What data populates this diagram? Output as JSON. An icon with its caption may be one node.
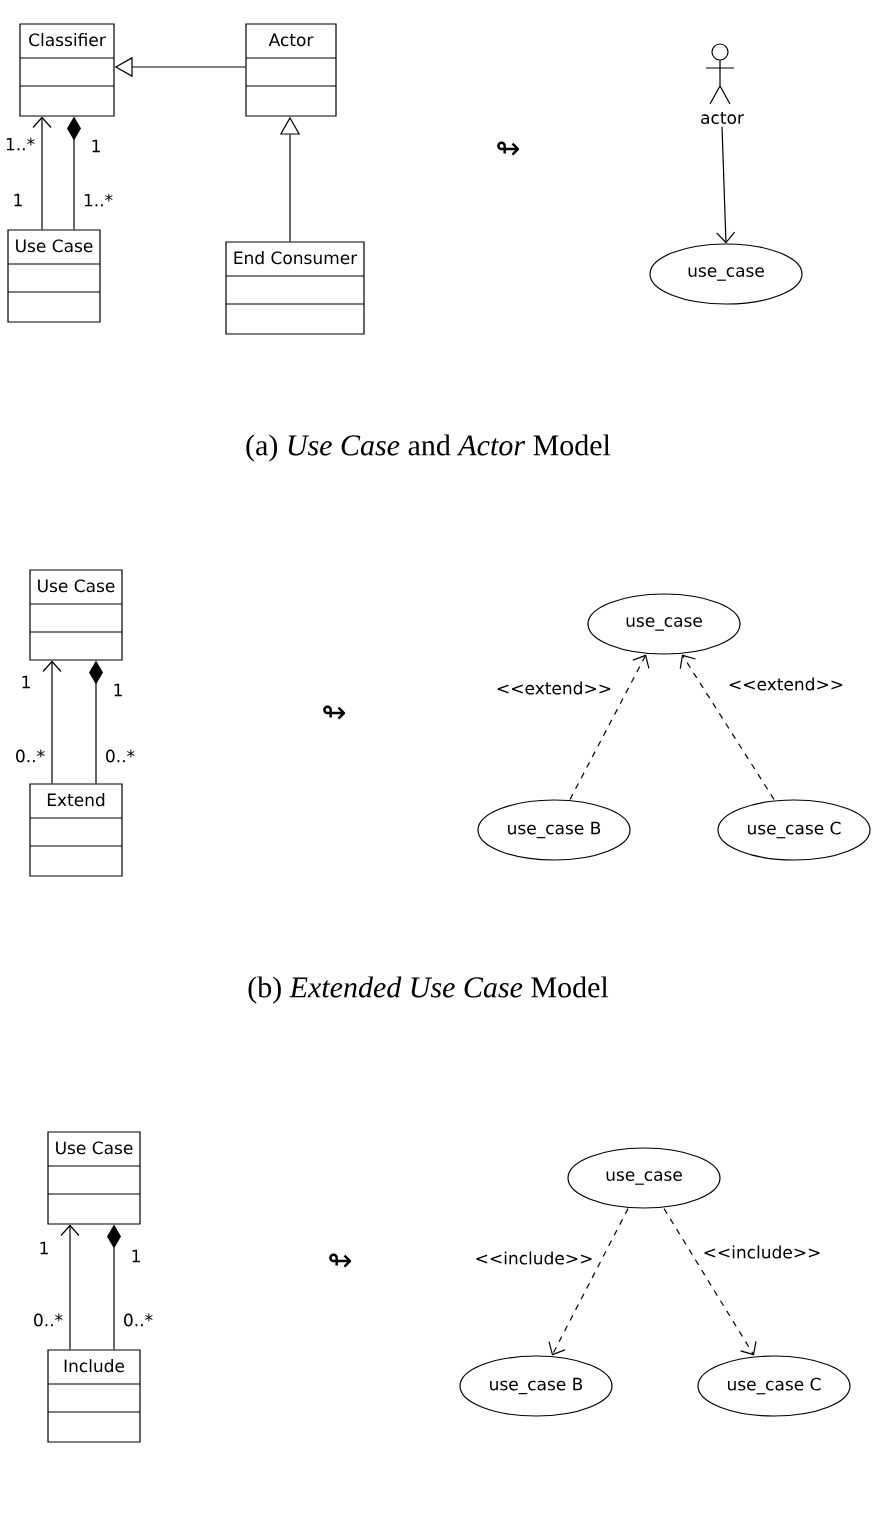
{
  "diagram": {
    "nodes": [
      {
        "text": [
          "Classifier"
        ]
      },
      {
        "text": [
          "Actor"
        ]
      },
      {
        "text": [
          "actor"
        ]
      },
      {
        "text": [
          "Use Case"
        ]
      },
      {
        "text": [
          "End Consumer"
        ]
      },
      {
        "text": [
          "use_case"
        ]
      },
      {
        "text": [
          "Use Case"
        ]
      },
      {
        "text": [
          "use_case"
        ]
      },
      {
        "text": [
          "Extend"
        ]
      },
      {
        "text": [
          "use_case B"
        ]
      },
      {
        "text": [
          "use_case C"
        ]
      },
      {
        "text": [
          "Use Case"
        ]
      },
      {
        "text": [
          "use_case"
        ]
      },
      {
        "text": [
          "Include"
        ]
      },
      {
        "text": [
          "use_case B"
        ]
      },
      {
        "text": [
          "use_case C"
        ]
      }
    ],
    "edges": [
      {
        "from": 3,
        "to": 0,
        "arrow": "to"
      },
      {
        "from": 3,
        "to": 0,
        "arrow": "other"
      },
      {
        "from": 1,
        "to": 0,
        "arrow": "to"
      },
      {
        "from": 4,
        "to": 1,
        "arrow": "to"
      },
      {
        "from": 2,
        "to": 5,
        "arrow": "to"
      },
      {
        "from": 8,
        "to": 6,
        "arrow": "to"
      },
      {
        "from": 8,
        "to": 6,
        "arrow": "other"
      },
      {
        "from": 9,
        "to": 7,
        "arrow": "to",
        "style": "dashed",
        "label": "<<extend>>"
      },
      {
        "from": 10,
        "to": 7,
        "arrow": "to",
        "style": "dashed",
        "label": "<<extend>>"
      },
      {
        "from": 13,
        "to": 11,
        "arrow": "to"
      },
      {
        "from": 13,
        "to": 11,
        "arrow": "other"
      },
      {
        "from": 12,
        "to": 14,
        "arrow": "to",
        "style": "dashed",
        "label": "<<include>>"
      },
      {
        "from": 12,
        "to": 15,
        "arrow": "to",
        "style": "dashed",
        "label": "<<include>>"
      }
    ],
    "labels": [
      "1..*",
      "1",
      "↬",
      "1",
      "1..*",
      "(a) *Use Case* and *Actor* Model",
      "1",
      "1",
      "↬",
      "0..*",
      "0..*",
      "(b) *Extended Use Case* Model",
      "1",
      "1",
      "↬",
      "0..*",
      "0..*"
    ]
  }
}
